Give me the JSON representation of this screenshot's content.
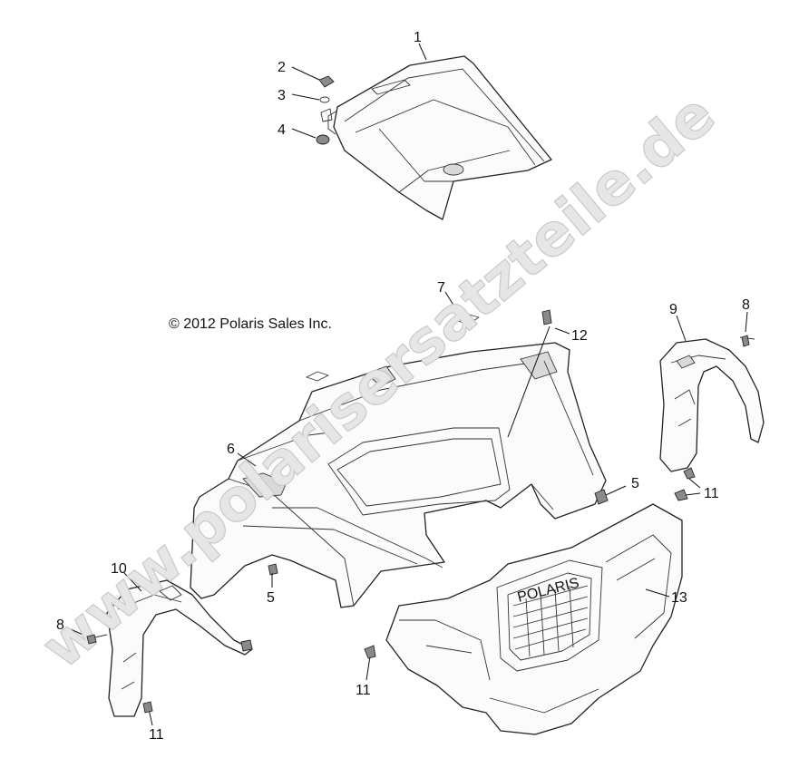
{
  "copyright": "© 2012 Polaris Sales Inc.",
  "watermark": "www.polarisersatzteile.de",
  "grille_brand": "POLARIS",
  "callouts": {
    "c1": "1",
    "c2": "2",
    "c3": "3",
    "c4": "4",
    "c5a": "5",
    "c5b": "5",
    "c6": "6",
    "c7": "7",
    "c8a": "8",
    "c8b": "8",
    "c9": "9",
    "c10": "10",
    "c11a": "11",
    "c11b": "11",
    "c11c": "11",
    "c12": "12",
    "c13": "13"
  }
}
